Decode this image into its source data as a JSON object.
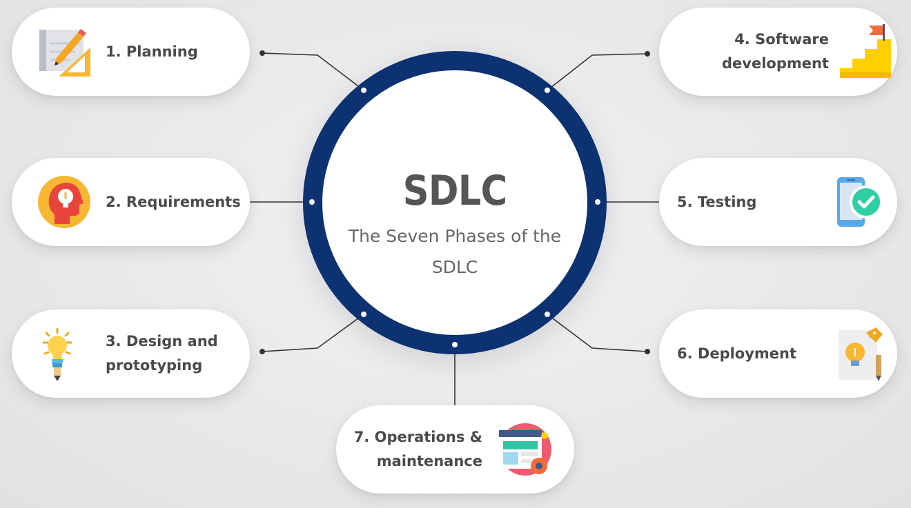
{
  "center": {
    "title": "SDLC",
    "subtitle": "The Seven Phases of the SDLC",
    "ring_color": "#0d3272"
  },
  "phases": [
    {
      "label": "1. Planning",
      "icon": "planning-blueprint-icon"
    },
    {
      "label": "2. Requirements",
      "icon": "head-lightbulb-icon"
    },
    {
      "label": "3. Design and\nprototyping",
      "icon": "lightbulb-idea-icon"
    },
    {
      "label": "4. Software\ndevelopment",
      "icon": "stairs-flag-icon"
    },
    {
      "label": "5. Testing",
      "icon": "phone-checkmark-icon"
    },
    {
      "label": "6. Deployment",
      "icon": "document-bulb-tag-icon"
    },
    {
      "label": "7. Operations &\nmaintenance",
      "icon": "browser-gear-icon"
    }
  ],
  "colors": {
    "ring": "#0d3272",
    "text": "#4a4a4a",
    "connector": "#333333"
  }
}
